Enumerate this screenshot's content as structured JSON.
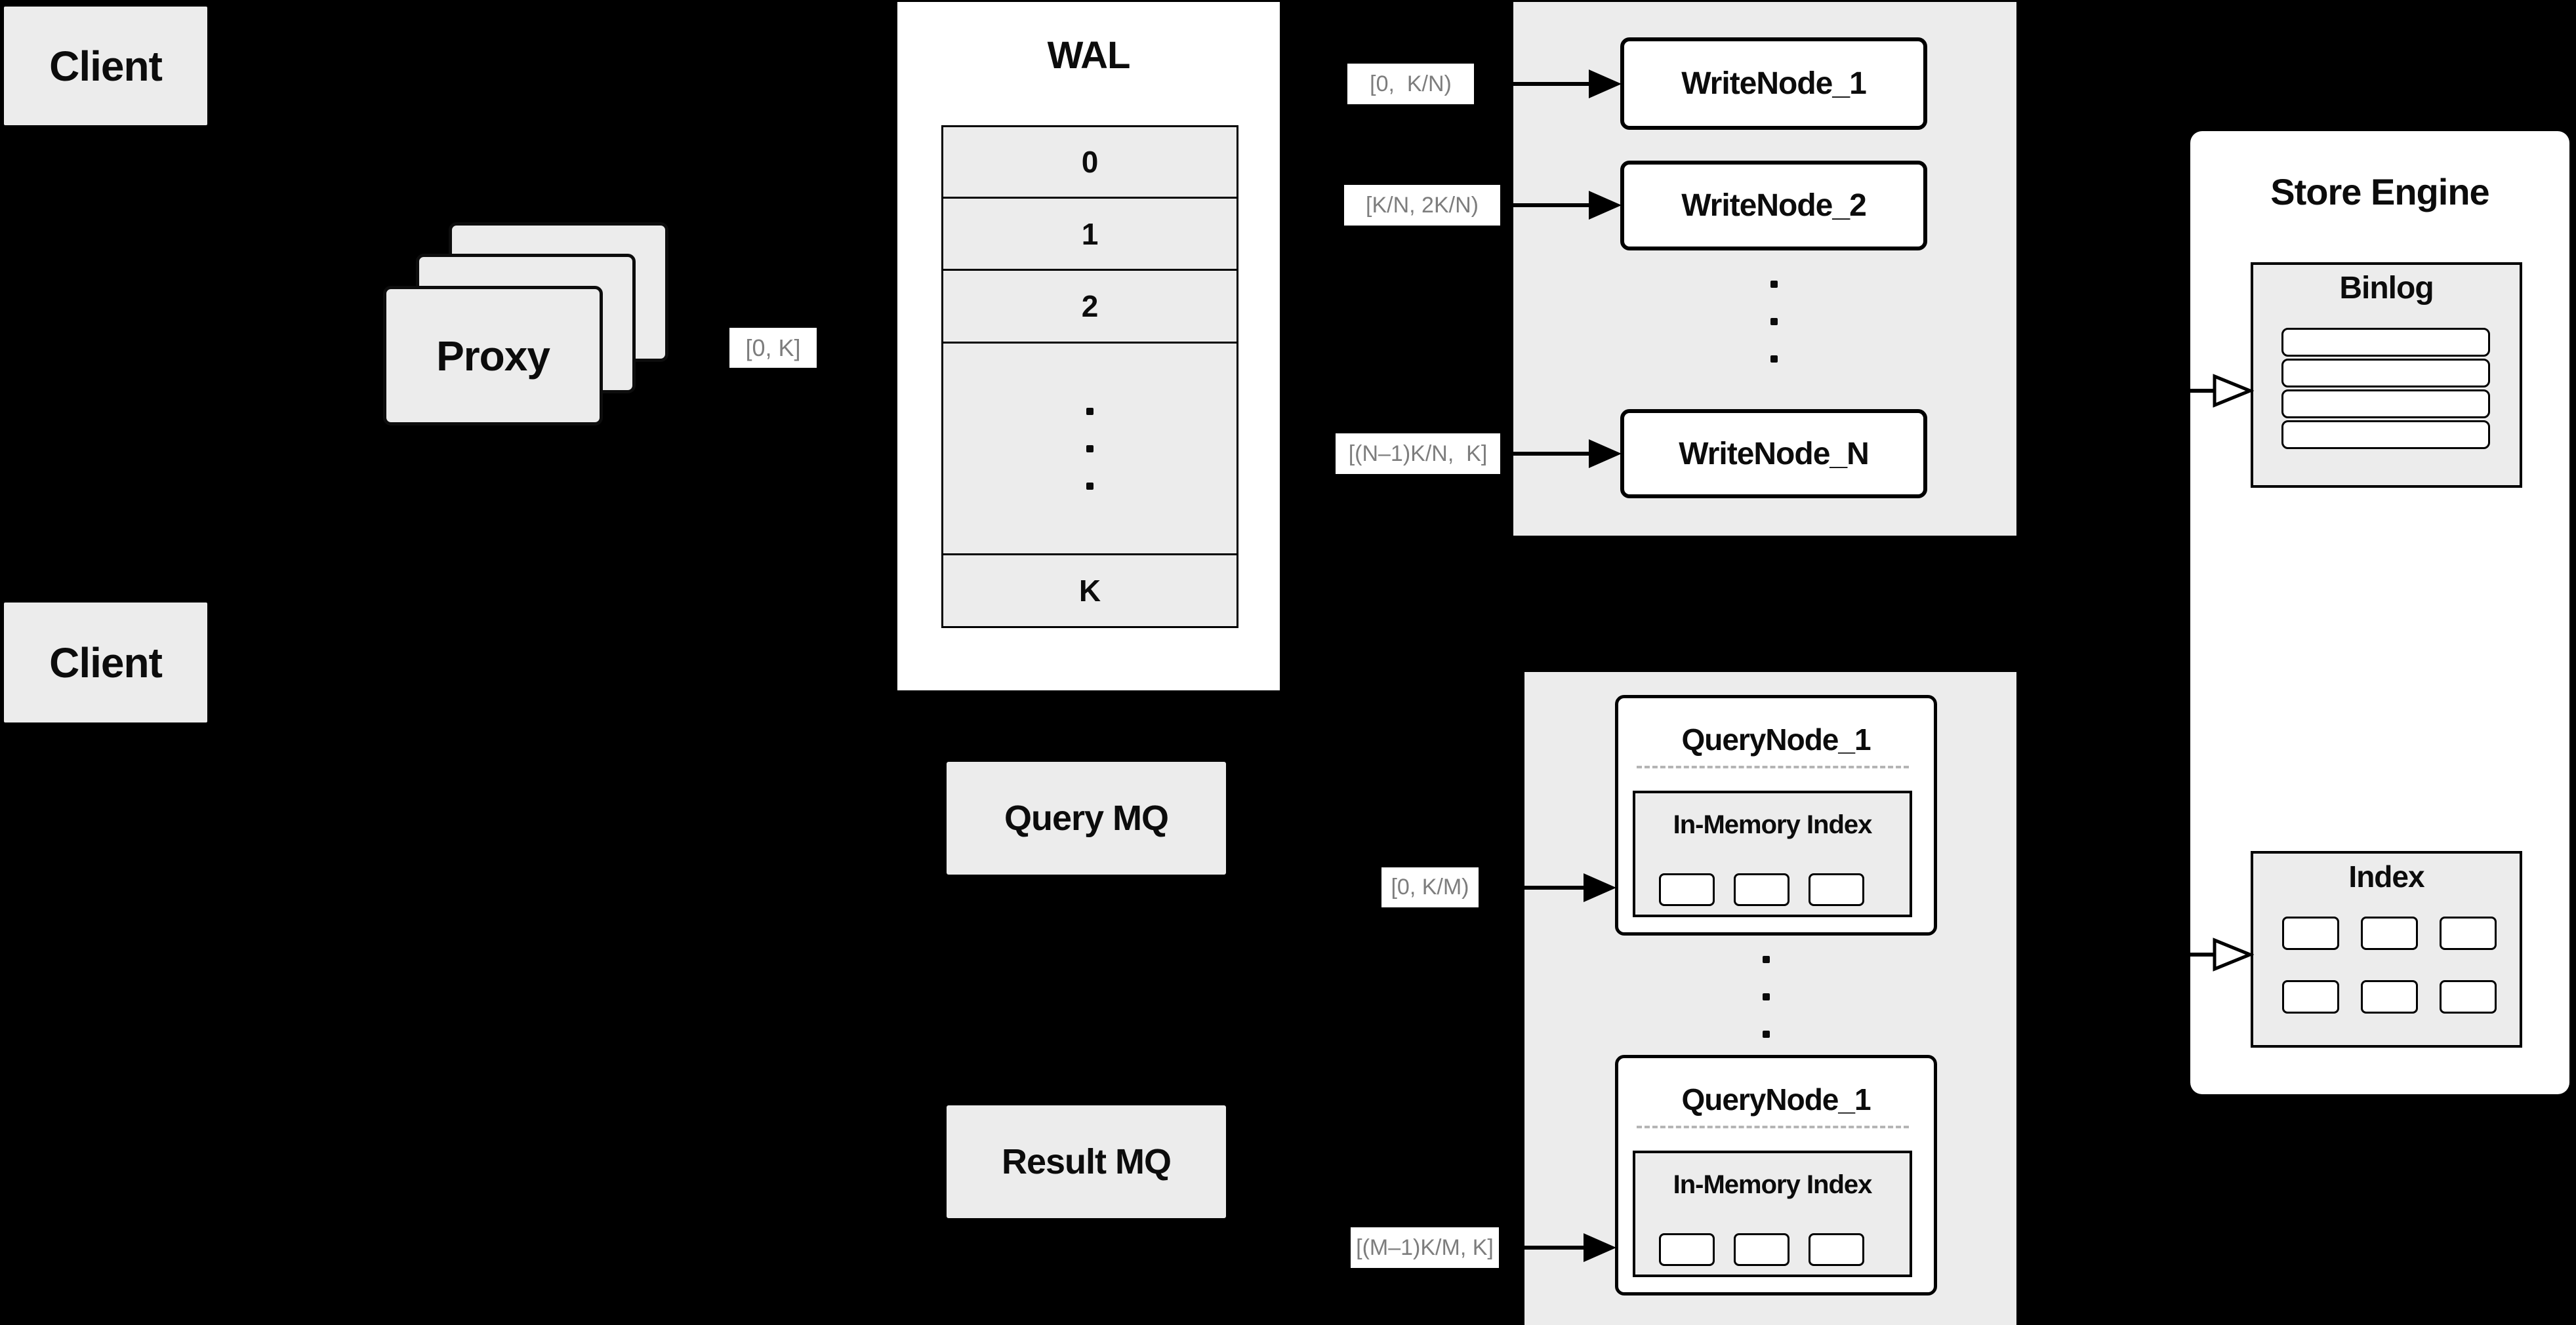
{
  "clients": {
    "top": "Client",
    "bottom": "Client"
  },
  "proxy": {
    "label": "Proxy"
  },
  "wal": {
    "title": "WAL",
    "rows": [
      "0",
      "1",
      "2"
    ],
    "last_row": "K"
  },
  "range_labels": {
    "proxy_to_wal": "[0, K]",
    "write": [
      "[0,  K/N)",
      "[K/N, 2K/N)",
      "[(N–1)K/N,  K]"
    ],
    "query": [
      "[0, K/M)",
      "[(M–1)K/M, K]"
    ]
  },
  "write_nodes": [
    "WriteNode_1",
    "WriteNode_2",
    "WriteNode_N"
  ],
  "mq": {
    "query": "Query MQ",
    "result": "Result MQ"
  },
  "query_nodes": {
    "top": {
      "title": "QueryNode_1",
      "inner_title": "In-Memory Index"
    },
    "bottom": {
      "title": "QueryNode_1",
      "inner_title": "In-Memory Index"
    }
  },
  "store_engine": {
    "title": "Store Engine",
    "binlog_title": "Binlog",
    "index_title": "Index"
  },
  "colors": {
    "background": "#000000",
    "panel": "#ececec",
    "box": "#ffffff",
    "border": "#000000",
    "label_text": "#7d7d7d",
    "dash": "#b5b5b5"
  }
}
